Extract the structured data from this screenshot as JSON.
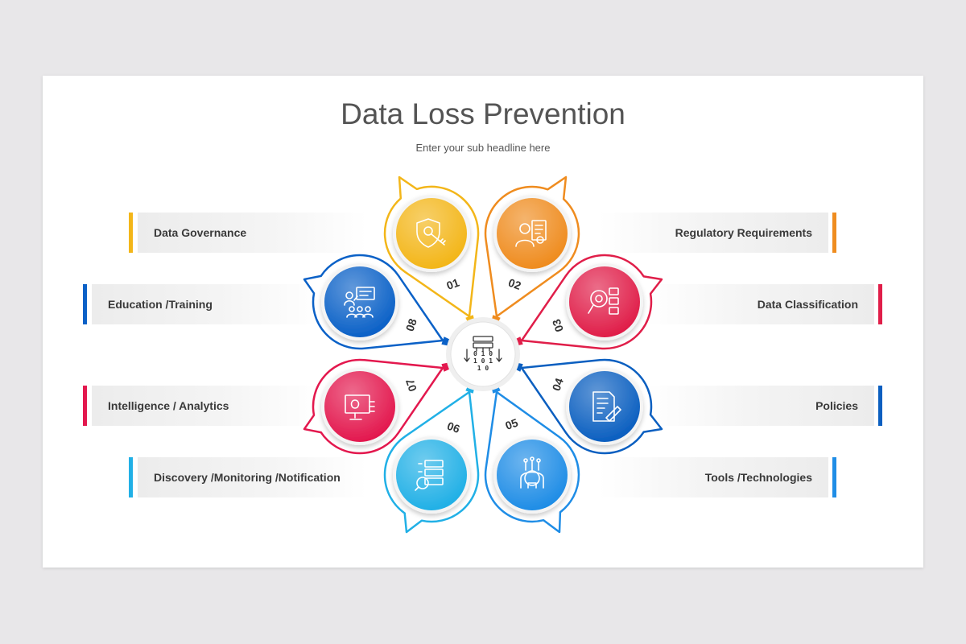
{
  "slide": {
    "title": "Data Loss Prevention",
    "subtitle": "Enter your sub headline here"
  },
  "items": [
    {
      "number": "01",
      "label": "Data Governance",
      "color": "#f3b619",
      "icon": "shield-key-icon"
    },
    {
      "number": "02",
      "label": "Regulatory Requirements",
      "color": "#ef8c1f",
      "icon": "inspector-clipboard-icon"
    },
    {
      "number": "03",
      "label": "Data Classification",
      "color": "#e01e49",
      "icon": "magnifier-list-icon"
    },
    {
      "number": "04",
      "label": "Policies",
      "color": "#0b5fc0",
      "icon": "policy-document-icon"
    },
    {
      "number": "05",
      "label": "Tools /Technologies",
      "color": "#1f8de6",
      "icon": "circuit-gear-icon"
    },
    {
      "number": "06",
      "label": "Discovery /Monitoring /Notification",
      "color": "#21b0e6",
      "icon": "server-search-icon"
    },
    {
      "number": "07",
      "label": "Intelligence / Analytics",
      "color": "#e3184e",
      "icon": "brain-monitor-icon"
    },
    {
      "number": "08",
      "label": "Education /Training",
      "color": "#0b61c7",
      "icon": "presentation-icon"
    }
  ],
  "center": {
    "icon": "data-server-icon",
    "binary_lines": [
      "0 1 0",
      "1 0 1",
      "1 0"
    ]
  }
}
